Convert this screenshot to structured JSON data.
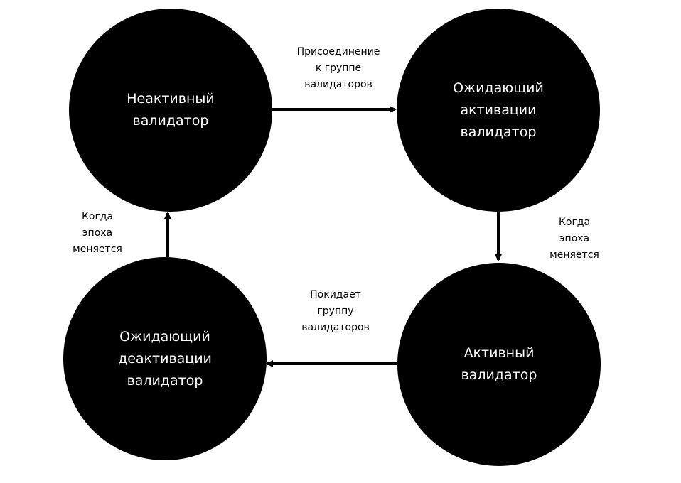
{
  "states": {
    "inactive": "Неактивный\nвалидатор",
    "pending_activation": "Ожидающий\nактивации\nвалидатор",
    "active": "Активный\nвалидатор",
    "pending_deactivation": "Ожидающий\nдеактивации\nвалидатор"
  },
  "transitions": {
    "join": "Присоединение\nк группе\nвалидаторов",
    "epoch_change_right": "Когда\nэпоха\nменяется",
    "leave": "Покидает\nгруппу\nвалидаторов",
    "epoch_change_left": "Когда\nэпоха\nменяется"
  },
  "colors": {
    "node_fill": "#000000",
    "node_text": "#ffffff",
    "arrow": "#000000",
    "background": "#ffffff"
  }
}
